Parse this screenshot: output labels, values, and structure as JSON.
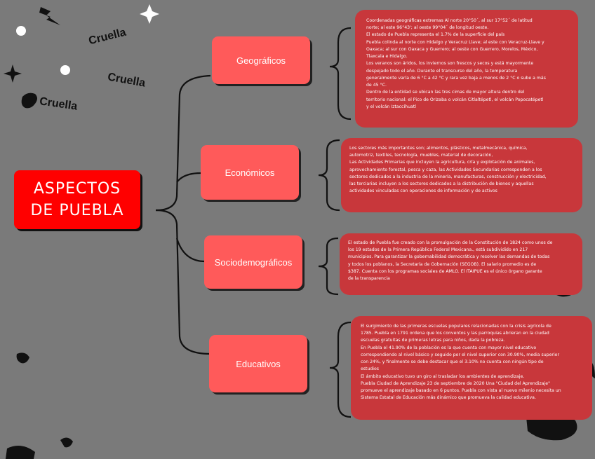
{
  "decor": {
    "cruella_1": "Cruella",
    "cruella_2": "Cruella",
    "cruella_3": "Cruella"
  },
  "main_title": {
    "line1": "ASPECTOS",
    "line2": "DE PUEBLA"
  },
  "categories": [
    {
      "label": "Geográficos"
    },
    {
      "label": "Económicos"
    },
    {
      "label": "Sociodemográficos"
    },
    {
      "label": "Educativos"
    }
  ],
  "details": [
    {
      "lines": [
        "Coordenadas geográficas extremas Al norte 20°50´, al sur 17°52´ de latitud",
        "norte; al este 96°43'; al oeste 99°04´ de longitud oeste.",
        "El estado de Puebla representa el 1.7% de la superficie del país",
        "Puebla colinda al norte con Hidalgo y Veracruz Llave; al este con Veracruz-Llave y",
        "Oaxaca; al sur con Oaxaca y Guerrero; al oeste con Guerrero, Morelos, México,",
        "Tlaxcala e Hidalgo.",
        "Los veranos son áridos, los inviernos son frescos y secos y está mayormente",
        "despejado todo el año. Durante el transcurso del año, la temperatura",
        "generalmente varía de 6 °C a 42 °C y rara vez baja a menos de 2 °C o sube a más",
        "de 45 °C.",
        "Dentro de la entidad se ubican las tres cimas de mayor altura dentro del",
        "territorio nacional: el Pico de Orizaba o volcán Citlaltépetl, el volcán Popocatépetl",
        "y el volcán Iztaccíhuatl"
      ]
    },
    {
      "lines": [
        "Los sectores más importantes son; alimentos, plásticos, metalmecánica, química,",
        "automotriz, textiles, tecnología, muebles, material de decoración,",
        "Las Actividades Primarias que incluyen la agricultura, cría y explotación de animales,",
        "aprovechamiento forestal, pesca y caza, las Actividades Secundarias corresponden a los",
        "sectores dedicados a la industria de la minería, manufacturas, construcción y electricidad,",
        "las terciarias incluyen a los sectores dedicados a la distribución de bienes y aquellas",
        "actividades vinculadas con operaciones de información y de activos"
      ]
    },
    {
      "lines": [
        "El estado de Puebla fue creado con la promulgación de la Constitución de 1824 como unos de",
        "los 19 estados de la Primera República Federal Mexicana., está subdividido en 217",
        "municipios. Para garantizar la gobernabilidad democrática y resolver las demandas de todas",
        "y todos los poblanos, la Secretaría de Gobernación (SEGOB). El salario promedio es de",
        "$387. Cuenta con los programas sociales de AMLO.  El ITAIPUE es el único órgano garante",
        "de la transparencia"
      ]
    },
    {
      "lines": [
        "El surgimiento de las primeras escuelas populares relacionadas con la crisis agrícola de",
        "1785. Puebla en 1791 ordena que los conventos y las parroquias abrieran en la ciudad",
        "escuelas gratuitas de primeras letras para niños, dada la pobreza.",
        "En Puebla el 41.90% de la población es la que cuenta con mayor nivel educativo",
        "correspondiendo al nivel básico y seguido por el nivel superior con 30.90%, media superior",
        "con 24%, y finalmente se debe destacar que el 3.10% no cuenta con ningún tipo de",
        "estudios",
        "El ámbito educativo tuvo un giro al trasladar los ambientes de aprendizaje.",
        "Puebla Ciudad de Aprendizaje 23 de septiembre de 2020 Una \"Ciudad del Aprendizaje\"",
        "promueve el aprendizaje basado en 6 puntos. Puebla con vista al nuevo milenio necesita un",
        "Sistema Estatal de Educación más dinámico que promueva la calidad educativa."
      ]
    }
  ]
}
